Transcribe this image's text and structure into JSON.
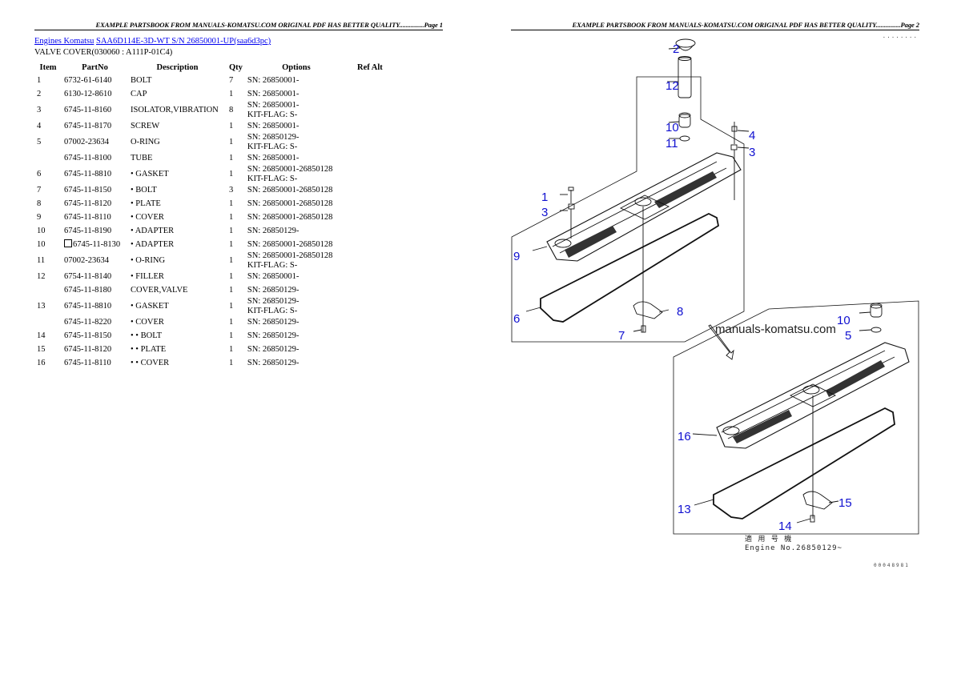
{
  "pages": [
    {
      "header": "EXAMPLE PARTSBOOK FROM MANUALS-KOMATSU.COM ORIGINAL PDF HAS BETTER QUALITY...............Page 1"
    },
    {
      "header": "EXAMPLE PARTSBOOK FROM MANUALS-KOMATSU.COM ORIGINAL PDF HAS BETTER QUALITY...............Page 2"
    }
  ],
  "breadcrumb": {
    "link1": "Engines Komatsu",
    "link2": "SAA6D114E-3D-WT S/N 26850001-UP(saa6d3pc)"
  },
  "section_title": "VALVE COVER(030060 : A111P-01C4)",
  "table": {
    "headers": [
      "Item",
      "PartNo",
      "Description",
      "Qty",
      "Options",
      "Ref Alt"
    ],
    "rows": [
      {
        "item": "1",
        "part": "6732-61-6140",
        "desc": "BOLT",
        "qty": "7",
        "opt1": "SN: 26850001-",
        "opt2": ""
      },
      {
        "item": "2",
        "part": "6130-12-8610",
        "desc": "CAP",
        "qty": "1",
        "opt1": "SN: 26850001-",
        "opt2": ""
      },
      {
        "item": "3",
        "part": "6745-11-8160",
        "desc": "ISOLATOR,VIBRATION",
        "qty": "8",
        "opt1": "SN: 26850001-",
        "opt2": "KIT-FLAG: S-"
      },
      {
        "item": "4",
        "part": "6745-11-8170",
        "desc": "SCREW",
        "qty": "1",
        "opt1": "SN: 26850001-",
        "opt2": ""
      },
      {
        "item": "5",
        "part": "07002-23634",
        "desc": "O-RING",
        "qty": "1",
        "opt1": "SN: 26850129-",
        "opt2": "KIT-FLAG: S-"
      },
      {
        "item": "",
        "part": "6745-11-8100",
        "desc": "TUBE",
        "qty": "1",
        "opt1": "SN: 26850001-",
        "opt2": ""
      },
      {
        "item": "6",
        "part": "6745-11-8810",
        "desc": "• GASKET",
        "qty": "1",
        "opt1": "SN: 26850001-26850128",
        "opt2": "KIT-FLAG: S-"
      },
      {
        "item": "7",
        "part": "6745-11-8150",
        "desc": "• BOLT",
        "qty": "3",
        "opt1": "SN: 26850001-26850128",
        "opt2": ""
      },
      {
        "item": "8",
        "part": "6745-11-8120",
        "desc": "• PLATE",
        "qty": "1",
        "opt1": "SN: 26850001-26850128",
        "opt2": ""
      },
      {
        "item": "9",
        "part": "6745-11-8110",
        "desc": "• COVER",
        "qty": "1",
        "opt1": "SN: 26850001-26850128",
        "opt2": ""
      },
      {
        "item": "10",
        "part": "6745-11-8190",
        "desc": "• ADAPTER",
        "qty": "1",
        "opt1": "SN: 26850129-",
        "opt2": ""
      },
      {
        "item": "10",
        "part": "6745-11-8130",
        "desc": "• ADAPTER",
        "qty": "1",
        "opt1": "SN: 26850001-26850128",
        "opt2": "",
        "boxed": true
      },
      {
        "item": "11",
        "part": "07002-23634",
        "desc": "• O-RING",
        "qty": "1",
        "opt1": "SN: 26850001-26850128",
        "opt2": "KIT-FLAG: S-"
      },
      {
        "item": "12",
        "part": "6754-11-8140",
        "desc": "• FILLER",
        "qty": "1",
        "opt1": "SN: 26850001-",
        "opt2": ""
      },
      {
        "item": "",
        "part": "6745-11-8180",
        "desc": "COVER,VALVE",
        "qty": "1",
        "opt1": "SN: 26850129-",
        "opt2": ""
      },
      {
        "item": "13",
        "part": "6745-11-8810",
        "desc": "• GASKET",
        "qty": "1",
        "opt1": "SN: 26850129-",
        "opt2": "KIT-FLAG: S-"
      },
      {
        "item": "",
        "part": "6745-11-8220",
        "desc": "• COVER",
        "qty": "1",
        "opt1": "SN: 26850129-",
        "opt2": ""
      },
      {
        "item": "14",
        "part": "6745-11-8150",
        "desc": "• • BOLT",
        "qty": "1",
        "opt1": "SN: 26850129-",
        "opt2": ""
      },
      {
        "item": "15",
        "part": "6745-11-8120",
        "desc": "• • PLATE",
        "qty": "1",
        "opt1": "SN: 26850129-",
        "opt2": ""
      },
      {
        "item": "16",
        "part": "6745-11-8110",
        "desc": "• • COVER",
        "qty": "1",
        "opt1": "SN: 26850129-",
        "opt2": ""
      }
    ]
  },
  "diagram": {
    "dots": "........",
    "watermark": "manuals-komatsu.com",
    "callouts": [
      "2",
      "12",
      "10",
      "11",
      "4",
      "3",
      "1",
      "3",
      "9",
      "6",
      "8",
      "7",
      "10",
      "5",
      "16",
      "13",
      "15",
      "14"
    ],
    "engine_note_line1": "適 用 号 機",
    "engine_note_line2": "Engine No.26850129~",
    "drawing_id": "00048981",
    "line_color": "#111111",
    "callout_color": "#1010d0"
  }
}
